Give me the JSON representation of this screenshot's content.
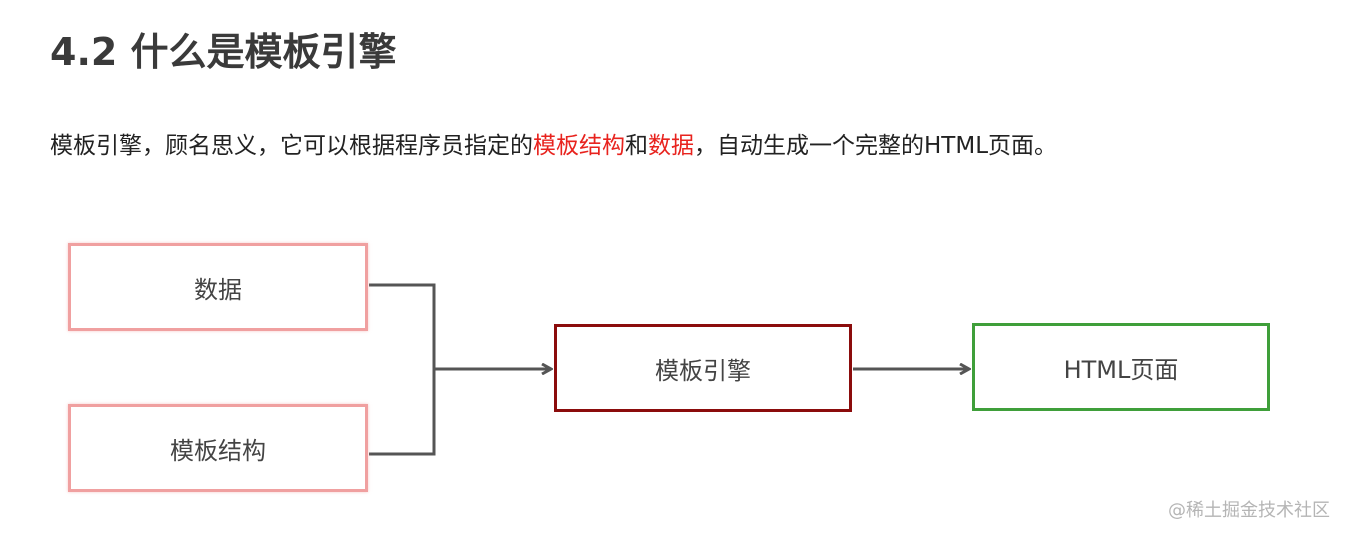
{
  "heading": {
    "title": "4.2 什么是模板引擎"
  },
  "description": {
    "before": "模板引擎，顾名思义，它可以根据程序员指定的",
    "highlight1": "模板结构",
    "middle": "和",
    "highlight2": "数据",
    "after": "，自动生成一个完整的HTML页面。",
    "highlight_color": "#e8231e"
  },
  "diagram": {
    "data_label": "数据",
    "template_label": "模板结构",
    "engine_label": "模板引擎",
    "output_label": "HTML页面",
    "colors": {
      "input_border": "#f0a0a0",
      "engine_border": "#8b0c0c",
      "output_border": "#3f9f3a",
      "connector": "#555555"
    }
  },
  "watermark": {
    "text": "@稀土掘金技术社区"
  }
}
